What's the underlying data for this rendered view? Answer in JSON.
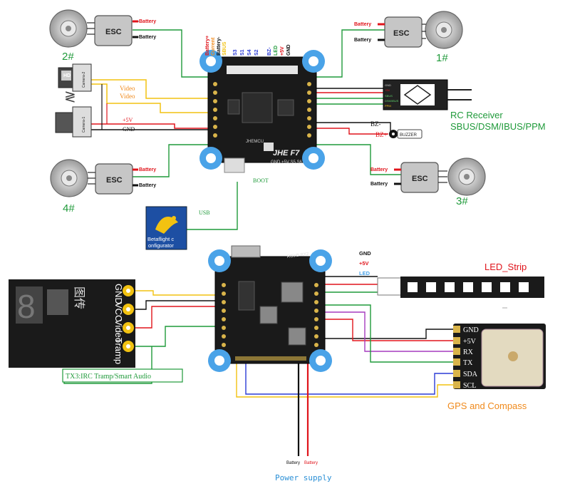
{
  "motors": {
    "m1": {
      "label": "1#",
      "esc": "ESC",
      "wire1": "Battery",
      "wire2": "Battery"
    },
    "m2": {
      "label": "2#",
      "esc": "ESC",
      "wire1": "Battery",
      "wire2": "Battery"
    },
    "m3": {
      "label": "3#",
      "esc": "ESC",
      "wire1": "Battery",
      "wire2": "Battery"
    },
    "m4": {
      "label": "4#",
      "esc": "ESC",
      "wire1": "Battery",
      "wire2": "Battery"
    }
  },
  "fc_top": {
    "pins": [
      "Battery+",
      "Current",
      "Battery-",
      "SBUS",
      "S3",
      "S1",
      "S4",
      "S2",
      "BZ-",
      "LED",
      "+5V",
      "GND"
    ],
    "name": "JHE F7",
    "mcu": "JHEMCU",
    "bottom_pins": "GND +5V S5 S6",
    "boot": "BOOT",
    "usb": "USB",
    "side_labels": {
      "bz_minus": "BZ-",
      "bz_plus": "BZ+",
      "buzzer": "BUZZER"
    }
  },
  "cameras": {
    "cam_hd": "HD",
    "cam_hd_tag": "Camera-2",
    "cam_sd_tag": "Camera-1",
    "video1": "Video",
    "video2": "Video",
    "plus5v": "+5V",
    "gnd": "GND"
  },
  "receiver": {
    "title": "RC Receiver",
    "protocols": "SBUS/DSM/IBUS/PPM",
    "pins": [
      "GND",
      "+5V",
      "SBUS",
      "DSM/IBUS",
      "PPM"
    ]
  },
  "configurator": {
    "line1": "Betaflight c",
    "line2": "onfigurator"
  },
  "fc_bottom": {
    "name": "RCinB RX2"
  },
  "vtx": {
    "pins": [
      "GND",
      "VCC",
      "Video",
      "Tramp"
    ],
    "note": "TX3:IRC Tramp/Smart Audio",
    "display": "8",
    "brand": "图传"
  },
  "led": {
    "title": "LED_Strip",
    "wires": [
      "GND",
      "+5V",
      "LED"
    ]
  },
  "gps": {
    "title": "GPS and Compass",
    "pins": [
      "GND",
      "+5V",
      "RX",
      "TX",
      "SDA",
      "SCL"
    ]
  },
  "power": {
    "label": "Power supply",
    "wires": [
      "Battery",
      "Battery"
    ]
  },
  "colors": {
    "red": "#e0141b",
    "black": "#111111",
    "green": "#1f9a3a",
    "yellow": "#f2c211",
    "blue": "#2a3bd6",
    "purple": "#a53bbf",
    "orange": "#f08a1c",
    "pcb": "#1a1a1a",
    "mount": "#4aa3e8"
  }
}
